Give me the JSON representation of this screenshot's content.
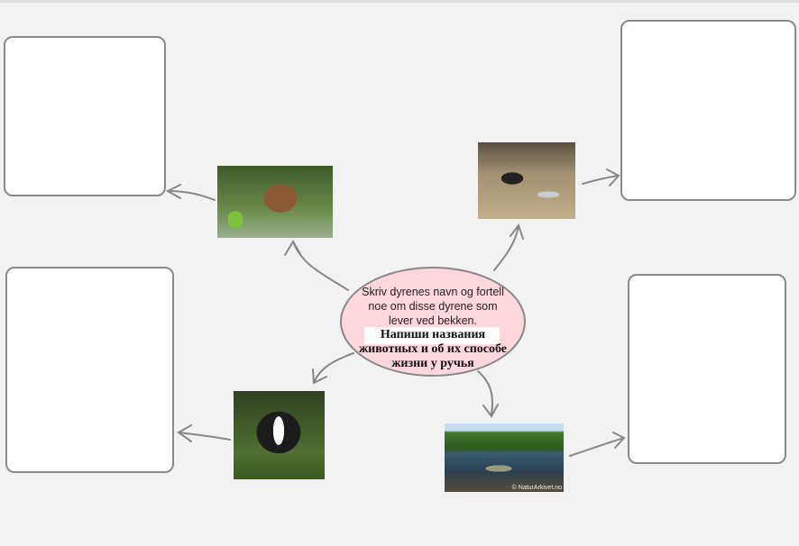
{
  "center": {
    "text_no": "Skriv dyrenes navn og fortell noe om disse dyrene som lever ved bekken.",
    "text_ru": "Напиши названия животных и об их способе жизни у ручья",
    "fill": "#ffd6dc"
  },
  "photos": {
    "vole": "vole-photo",
    "shrew": "water-shrew-photo",
    "badger": "badger-photo",
    "snake": "grass-snake-photo",
    "snake_watermark": "© NaturArkivet.no"
  }
}
